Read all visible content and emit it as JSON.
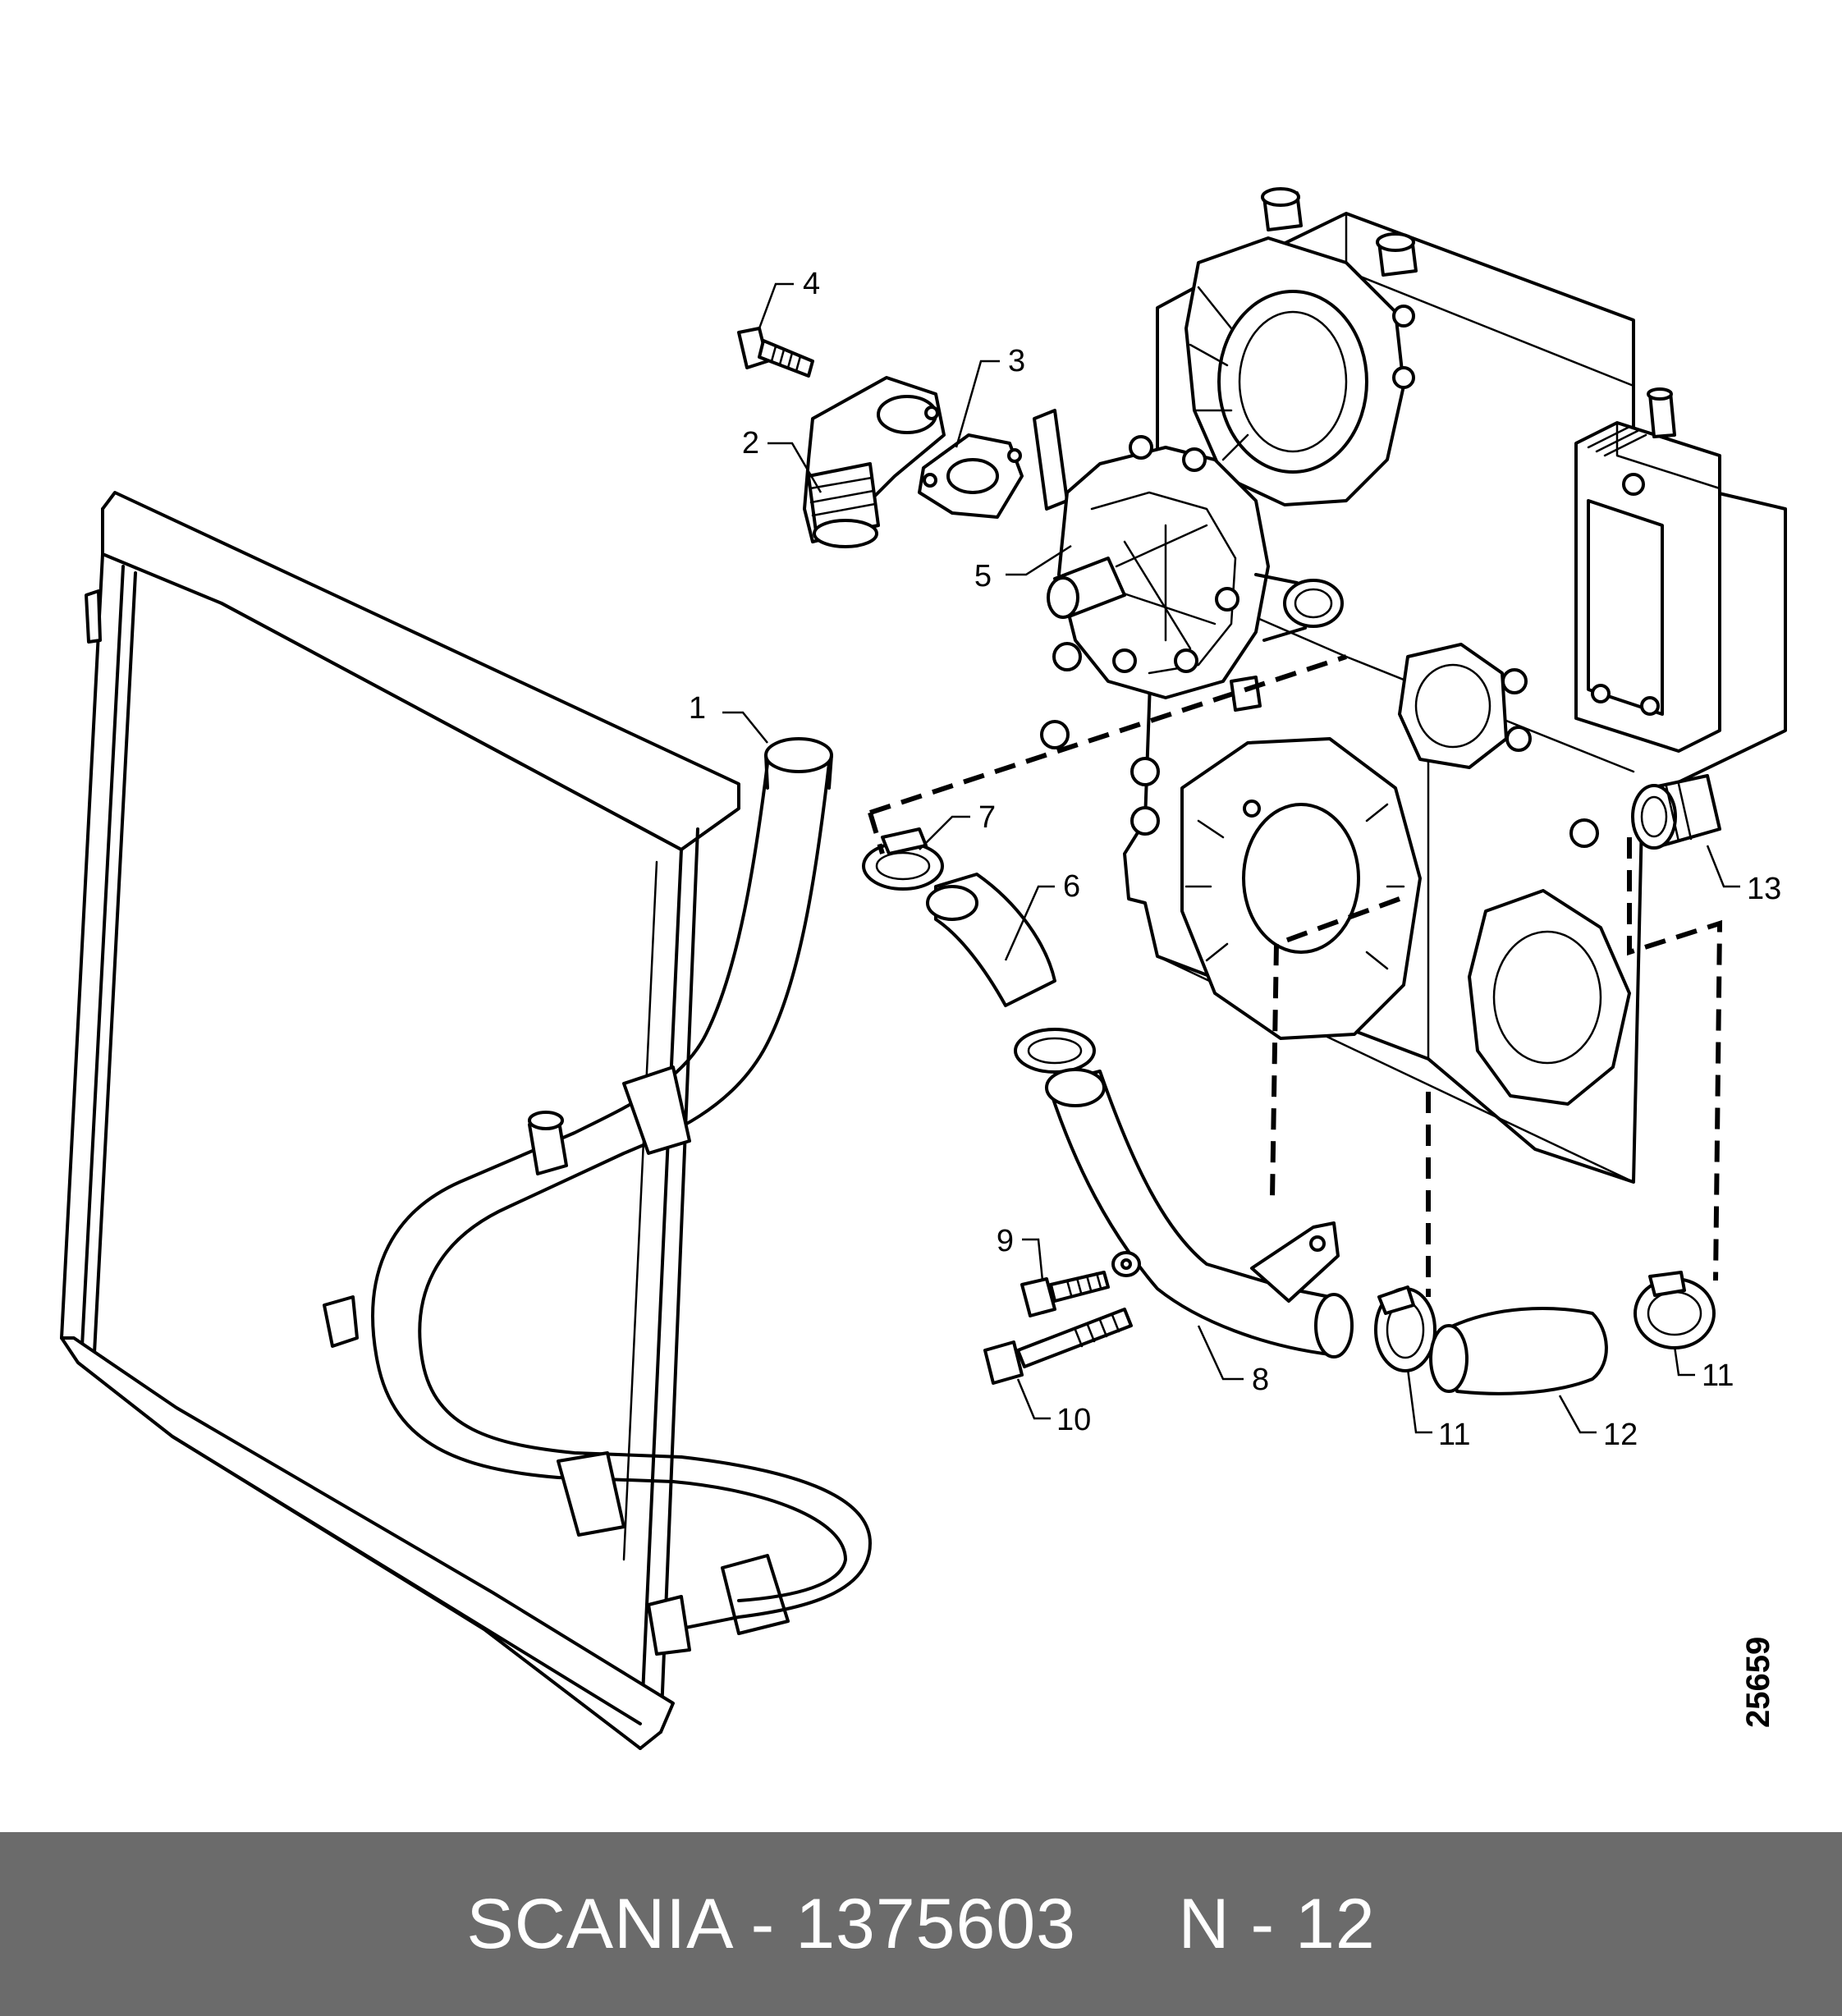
{
  "diagram": {
    "callouts": [
      {
        "id": "1",
        "text": "1"
      },
      {
        "id": "2",
        "text": "2"
      },
      {
        "id": "3",
        "text": "3"
      },
      {
        "id": "4",
        "text": "4"
      },
      {
        "id": "5",
        "text": "5"
      },
      {
        "id": "6",
        "text": "6"
      },
      {
        "id": "7",
        "text": "7"
      },
      {
        "id": "8",
        "text": "8"
      },
      {
        "id": "9",
        "text": "9"
      },
      {
        "id": "10",
        "text": "10"
      },
      {
        "id": "11a",
        "text": "11"
      },
      {
        "id": "11b",
        "text": "11"
      },
      {
        "id": "12",
        "text": "12"
      },
      {
        "id": "13",
        "text": "13"
      }
    ],
    "figure_ref": "25659"
  },
  "footer": {
    "caption": "SCANIA - 1375603     N - 12"
  }
}
